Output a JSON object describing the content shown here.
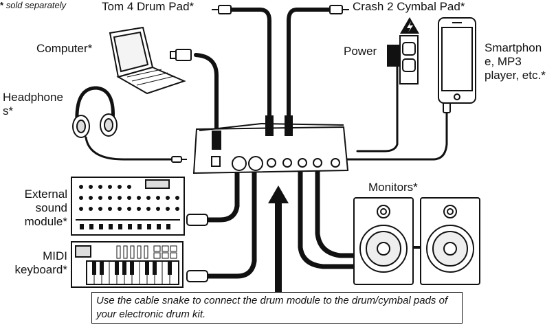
{
  "note": {
    "asterisk": "*",
    "text": "sold separately"
  },
  "labels": {
    "tom4": "Tom 4 Drum Pad*",
    "crash2": "Crash 2 Cymbal Pad*",
    "computer": "Computer*",
    "power": "Power",
    "smartphone": "Smartphon\ne, MP3\nplayer, etc.*",
    "headphones": "Headphone\ns*",
    "external_sound": "External\nsound\nmodule*",
    "monitors": "Monitors*",
    "midi_keyboard": "MIDI\nkeyboard*"
  },
  "caption": "Use the cable snake to connect the drum module to the drum/cymbal pads of your electronic drum kit.",
  "icons": {
    "hazard": "lightning-warning",
    "laptop": "laptop",
    "headphones": "headphones",
    "phone": "smartphone",
    "outlet": "power-outlet"
  }
}
